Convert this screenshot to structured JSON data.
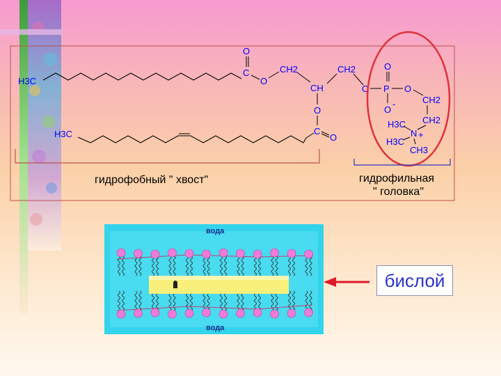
{
  "formula": {
    "tail1_start": "H3C",
    "tail2_start": "H3C",
    "ester1": {
      "o_top": "O",
      "c": "C",
      "o": "O"
    },
    "glycerol": {
      "ch2_left": "CH2",
      "ch": "CH",
      "ch2_right": "CH2",
      "o": "O"
    },
    "ester2": {
      "c": "C",
      "o": "O"
    },
    "phosphate": {
      "c": "C",
      "o_top": "O",
      "p": "P",
      "o_right": "O",
      "o_bottom": "O",
      "minus": "-"
    },
    "choline": {
      "ch2_a": "CH2",
      "ch2_b": "CH2",
      "h3c_a": "H3C",
      "n": "N",
      "plus": "+",
      "h3c_b": "H3C",
      "ch3": "CH3"
    }
  },
  "labels": {
    "hydrophobic_tail": "гидрофобный \" хвост\"",
    "hydrophilic_head_line1": "гидрофильная",
    "hydrophilic_head_line2": "\" головка\""
  },
  "membrane": {
    "water_top": "вода",
    "water_bottom": "вода",
    "bilayer": "бислой"
  },
  "colors": {
    "formula_text": "#0000ff",
    "formula_bonds": "#000000",
    "frame": "#c0504d",
    "head_ellipse": "#e0303a",
    "bracket": "#2a34c8",
    "membrane_water": "#33d3ec",
    "phospholipid_head": "#f07ad8",
    "protein": "#f8f07a",
    "arrow": "#e0192a",
    "bilayer_text": "#2a34c8"
  }
}
